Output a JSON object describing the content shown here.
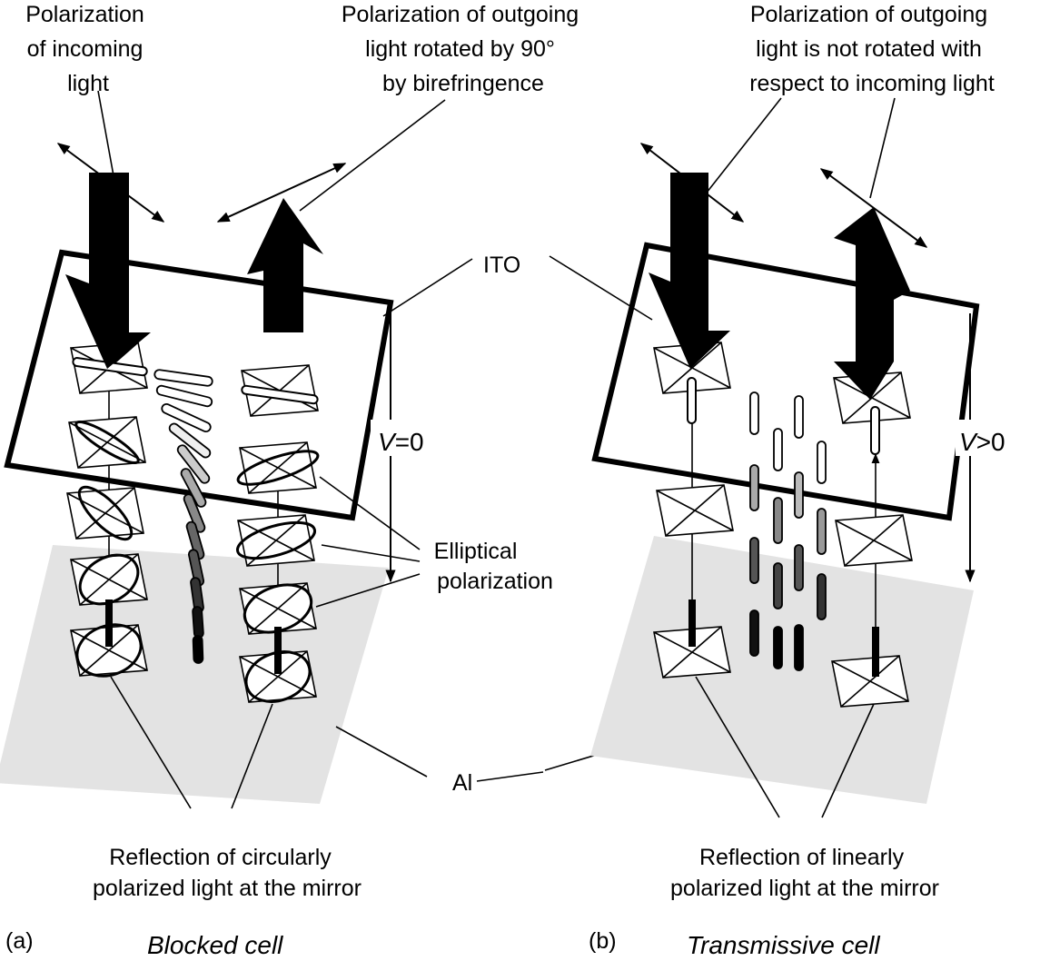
{
  "labels": {
    "incoming_pol": [
      "Polarization",
      "of incoming",
      "light"
    ],
    "outgoing_rotated": [
      "Polarization of outgoing",
      "light rotated by 90°",
      "by birefringence"
    ],
    "outgoing_not_rotated": [
      "Polarization of outgoing",
      "light is not rotated with",
      "respect to incoming light"
    ],
    "ito": "ITO",
    "al": "Al",
    "elliptical": [
      "Elliptical",
      "polarization"
    ],
    "v_zero_var": "V",
    "v_zero_rest": "=0",
    "v_pos_var": "V",
    "v_pos_rest": ">0",
    "reflection_circular": [
      "Reflection of circularly",
      "polarized light at the mirror"
    ],
    "reflection_linear": [
      "Reflection of linearly",
      "polarized light at the mirror"
    ],
    "panel_a": "(a)",
    "panel_b": "(b)",
    "caption_a": "Blocked cell",
    "caption_b": "Transmissive cell"
  },
  "colors": {
    "mirror": "#e3e3e3",
    "ink": "#000000"
  }
}
